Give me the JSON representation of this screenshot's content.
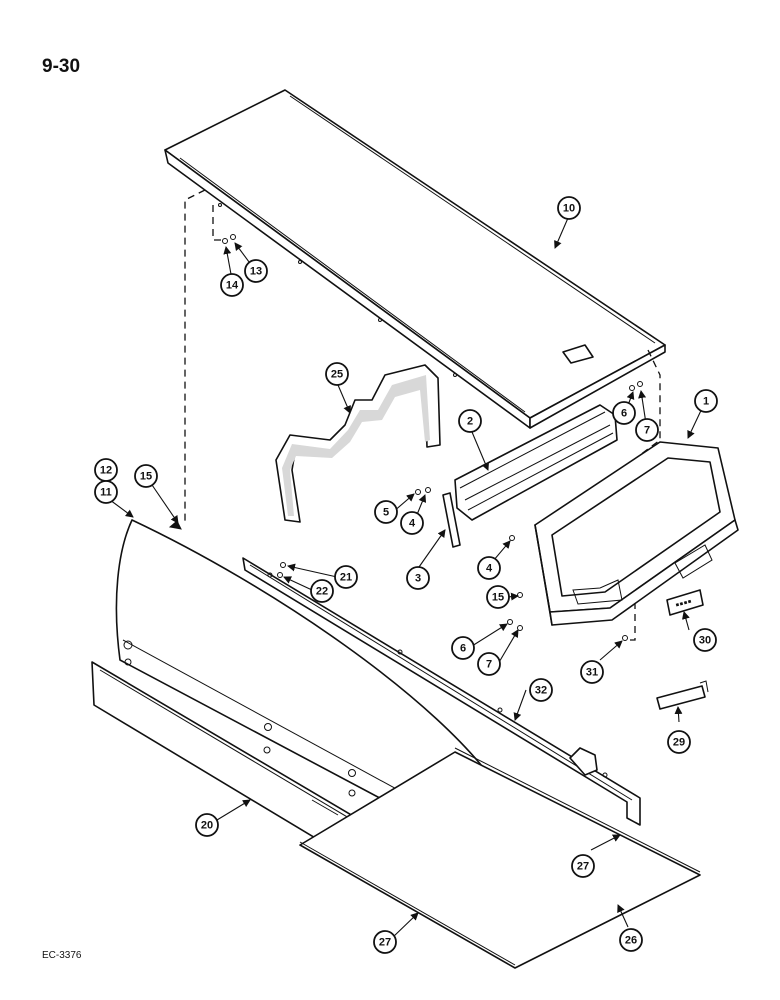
{
  "page": {
    "number": "9-30",
    "drawing_code": "EC-3376"
  },
  "callouts": [
    {
      "id": "c10",
      "label": "10"
    },
    {
      "id": "c14",
      "label": "14"
    },
    {
      "id": "c13",
      "label": "13"
    },
    {
      "id": "c25",
      "label": "25"
    },
    {
      "id": "c2",
      "label": "2"
    },
    {
      "id": "c6a",
      "label": "6"
    },
    {
      "id": "c7a",
      "label": "7"
    },
    {
      "id": "c1",
      "label": "1"
    },
    {
      "id": "c12",
      "label": "12"
    },
    {
      "id": "c11",
      "label": "11"
    },
    {
      "id": "c15a",
      "label": "15"
    },
    {
      "id": "c5",
      "label": "5"
    },
    {
      "id": "c4a",
      "label": "4"
    },
    {
      "id": "c3",
      "label": "3"
    },
    {
      "id": "c4b",
      "label": "4"
    },
    {
      "id": "c21",
      "label": "21"
    },
    {
      "id": "c22",
      "label": "22"
    },
    {
      "id": "c15b",
      "label": "15"
    },
    {
      "id": "c6b",
      "label": "6"
    },
    {
      "id": "c7b",
      "label": "7"
    },
    {
      "id": "c31",
      "label": "31"
    },
    {
      "id": "c30",
      "label": "30"
    },
    {
      "id": "c32",
      "label": "32"
    },
    {
      "id": "c29",
      "label": "29"
    },
    {
      "id": "c20",
      "label": "20"
    },
    {
      "id": "c27a",
      "label": "27"
    },
    {
      "id": "c27b",
      "label": "27"
    },
    {
      "id": "c26",
      "label": "26"
    }
  ]
}
